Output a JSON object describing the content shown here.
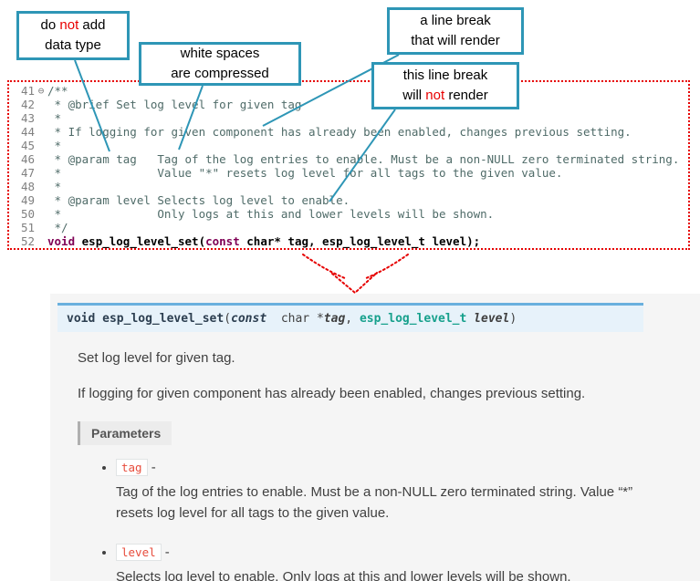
{
  "colors": {
    "callout_border": "#2e96b6",
    "connector_line": "#2e96b6",
    "red_dotted": "#e60000",
    "red_text": "#e80000",
    "comment_text": "#4f6b68",
    "keyword_text": "#7f0055",
    "signature_bg": "#e7f2fa",
    "signature_border": "#6ab0de",
    "type_link": "#16a08c",
    "chip_text": "#e74c3c",
    "docs_panel_bg": "#f5f5f5"
  },
  "callouts": {
    "b1": {
      "t1": "do ",
      "red": "not",
      "t2": " add",
      "line2": "data type"
    },
    "b2": {
      "line1": "white spaces",
      "line2": "are  compressed"
    },
    "b3": {
      "line1": "a line break",
      "line2": "that will render"
    },
    "b4": {
      "line1": "this line break",
      "t1": "will ",
      "red": "not",
      "t2": " render"
    }
  },
  "code": {
    "lines": [
      {
        "n": "41",
        "f": "⊖",
        "t": "/**"
      },
      {
        "n": "42",
        "t": " * @brief Set log level for given tag"
      },
      {
        "n": "43",
        "t": " *"
      },
      {
        "n": "44",
        "t": " * If logging for given component has already been enabled, changes previous setting."
      },
      {
        "n": "45",
        "t": " *"
      },
      {
        "n": "46",
        "t": " * @param tag   Tag of the log entries to enable. Must be a non-NULL zero terminated string."
      },
      {
        "n": "47",
        "t": " *              Value \"*\" resets log level for all tags to the given value."
      },
      {
        "n": "48",
        "t": " *"
      },
      {
        "n": "49",
        "t": " * @param level Selects log level to enable."
      },
      {
        "n": "50",
        "t": " *              Only logs at this and lower levels will be shown."
      },
      {
        "n": "51",
        "t": " */"
      }
    ],
    "decl": {
      "n": "52",
      "kw1": "void",
      "s1": " ",
      "name": "esp_log_level_set",
      "p1": "(",
      "kw2": "const",
      "p2": " char* tag, esp_log_level_t level);"
    }
  },
  "docs": {
    "sig": {
      "ret": "void",
      "name": " esp_log_level_set",
      "open": "(",
      "const_kw": "const",
      "ptr_part": "  char *",
      "tag_param": "tag",
      "comma": ", ",
      "type_name": "esp_log_level_t",
      "space": " ",
      "level_param": "level",
      "close": ")"
    },
    "p1": "Set log level for given tag.",
    "p2": "If logging for given component has already been enabled, changes previous setting.",
    "params_label": "Parameters",
    "items": [
      {
        "name": "tag",
        "dash": " -",
        "desc": "Tag of the log entries to enable. Must be a non-NULL zero terminated string. Value “*” resets log level for all tags to the given value."
      },
      {
        "name": "level",
        "dash": " -",
        "desc": "Selects log level to enable. Only logs at this and lower levels will be shown."
      }
    ]
  }
}
